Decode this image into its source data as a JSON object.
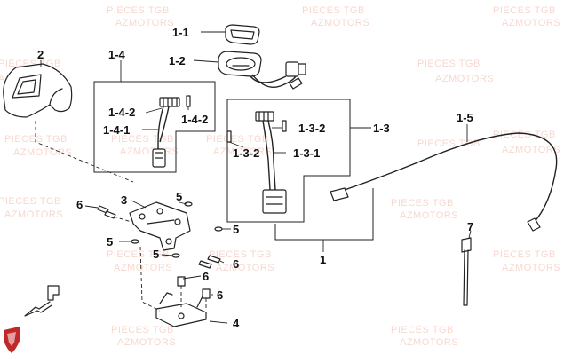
{
  "watermark": {
    "line1": "PIECES TGB",
    "line2": "AZMOTORS"
  },
  "callouts": {
    "c1_1": "1-1",
    "c1_2": "1-2",
    "c1_4": "1-4",
    "c1_4_2a": "1-4-2",
    "c1_4_2b": "1-4-2",
    "c1_4_1": "1-4-1",
    "c1_3": "1-3",
    "c1_3_2a": "1-3-2",
    "c1_3_2b": "1-3-2",
    "c1_3_1": "1-3-1",
    "c1": "1",
    "c1_5": "1-5",
    "c2": "2",
    "c3": "3",
    "c4": "4",
    "c5a": "5",
    "c5b": "5",
    "c5c": "5",
    "c5d": "5",
    "c6a": "6",
    "c6b": "6",
    "c6c": "6",
    "c6d": "6",
    "c7": "7"
  },
  "colors": {
    "ink": "#222222",
    "watermark": "#f0b8a8",
    "logo": "#c0282a"
  },
  "icons": {
    "logo": "brand-shield-icon",
    "direction": "front-arrow-icon"
  }
}
